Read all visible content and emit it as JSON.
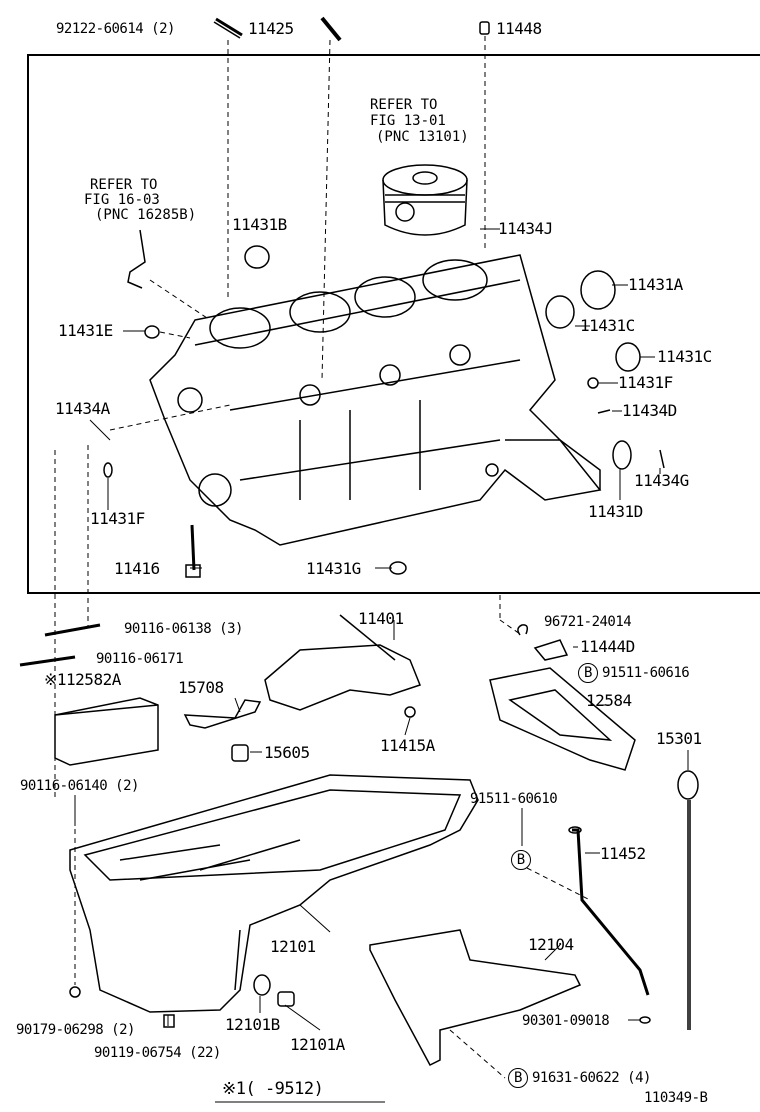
{
  "diagram": {
    "labels": {
      "b92122": "92122-60614 (2)",
      "p11425": "11425",
      "p11448": "11448",
      "ref1_l1": "REFER TO",
      "ref1_l2": "FIG 13-01",
      "ref1_l3": "(PNC 13101)",
      "ref2_l1": "REFER TO",
      "ref2_l2": "FIG 16-03",
      "ref2_l3": "(PNC 16285B)",
      "p11431B": "11431B",
      "p11434J": "11434J",
      "p11431A": "11431A",
      "p11431E": "11431E",
      "p11431C1": "11431C",
      "p11431C2": "11431C",
      "p11431F1": "11431F",
      "p11434D": "11434D",
      "p11434A": "11434A",
      "p11434G": "11434G",
      "p11431F2": "11431F",
      "p11431D": "11431D",
      "p11416": "11416",
      "p11431G": "11431G",
      "p11401": "11401",
      "b90116a": "90116-06138 (3)",
      "b90116b": "90116-06171",
      "p112582A": "※112582A",
      "p15708": "15708",
      "p15605": "15605",
      "p11415A": "11415A",
      "b96721": "96721-24014",
      "p11444D": "11444D",
      "b91511a": "91511-60616",
      "p12584": "12584",
      "p15301": "15301",
      "b90116c": "90116-06140 (2)",
      "b91511b": "91511-60610",
      "p11452": "11452",
      "p12101": "12101",
      "p12104": "12104",
      "b90179": "90179-06298 (2)",
      "p12101B": "12101B",
      "p12101A": "12101A",
      "b90119": "90119-06754 (22)",
      "b90301": "90301-09018",
      "b91631": "91631-60622 (4)",
      "footnote": "※1(   -9512)",
      "figno": "110349-B",
      "circB": "B"
    }
  }
}
